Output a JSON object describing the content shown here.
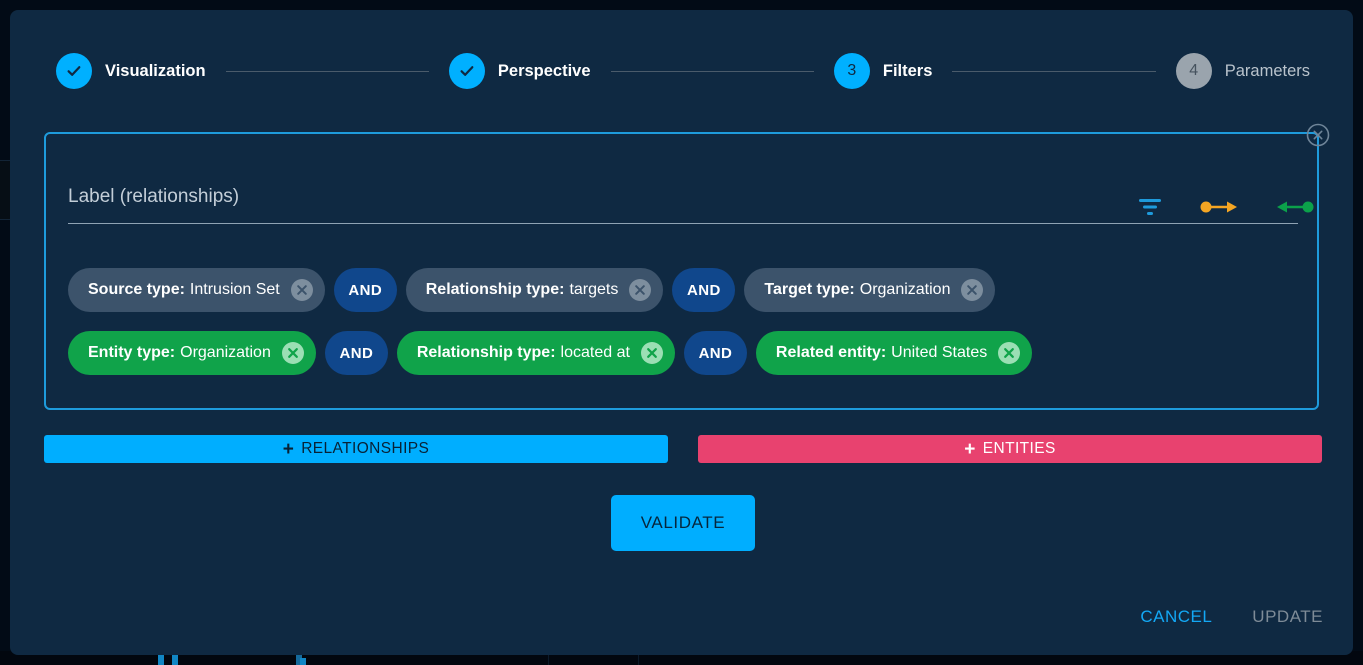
{
  "stepper": {
    "steps": [
      {
        "label": "Visualization",
        "state": "done",
        "marker": "check-icon"
      },
      {
        "label": "Perspective",
        "state": "done",
        "marker": "check-icon"
      },
      {
        "label": "Filters",
        "state": "active",
        "marker": "3"
      },
      {
        "label": "Parameters",
        "state": "idle",
        "marker": "4"
      }
    ]
  },
  "filter_panel": {
    "close_label": "close-icon",
    "label_placeholder": "Label (relationships)",
    "icons": [
      {
        "name": "filter-icon",
        "color": "#1e9bdc"
      },
      {
        "name": "arrow-right-icon",
        "color": "#f5a623"
      },
      {
        "name": "arrow-left-icon",
        "color": "#0ba14a"
      }
    ],
    "conjunction": "AND",
    "rows": [
      {
        "kind": "relationships",
        "chips": [
          {
            "key": "Source type:",
            "value": "Intrusion Set"
          },
          {
            "key": "Relationship type:",
            "value": "targets"
          },
          {
            "key": "Target type:",
            "value": "Organization"
          }
        ]
      },
      {
        "kind": "entities",
        "chips": [
          {
            "key": "Entity type:",
            "value": "Organization"
          },
          {
            "key": "Relationship type:",
            "value": "located at"
          },
          {
            "key": "Related entity:",
            "value": "United States"
          }
        ]
      }
    ]
  },
  "actions": {
    "add_relationships": "RELATIONSHIPS",
    "add_entities": "ENTITIES",
    "plus": "+",
    "validate": "VALIDATE"
  },
  "footer": {
    "cancel": "CANCEL",
    "update": "UPDATE"
  },
  "colors": {
    "dialog_bg": "#0f2942",
    "page_bg": "#020b16",
    "accent_blue": "#00aeff",
    "panel_border": "#1e9bdc",
    "chip_relationship": "#3c536b",
    "chip_entity": "#10a34a",
    "and_chip": "#10478c",
    "entities_pink": "#e8426f",
    "step_idle": "#9aa4ad"
  }
}
